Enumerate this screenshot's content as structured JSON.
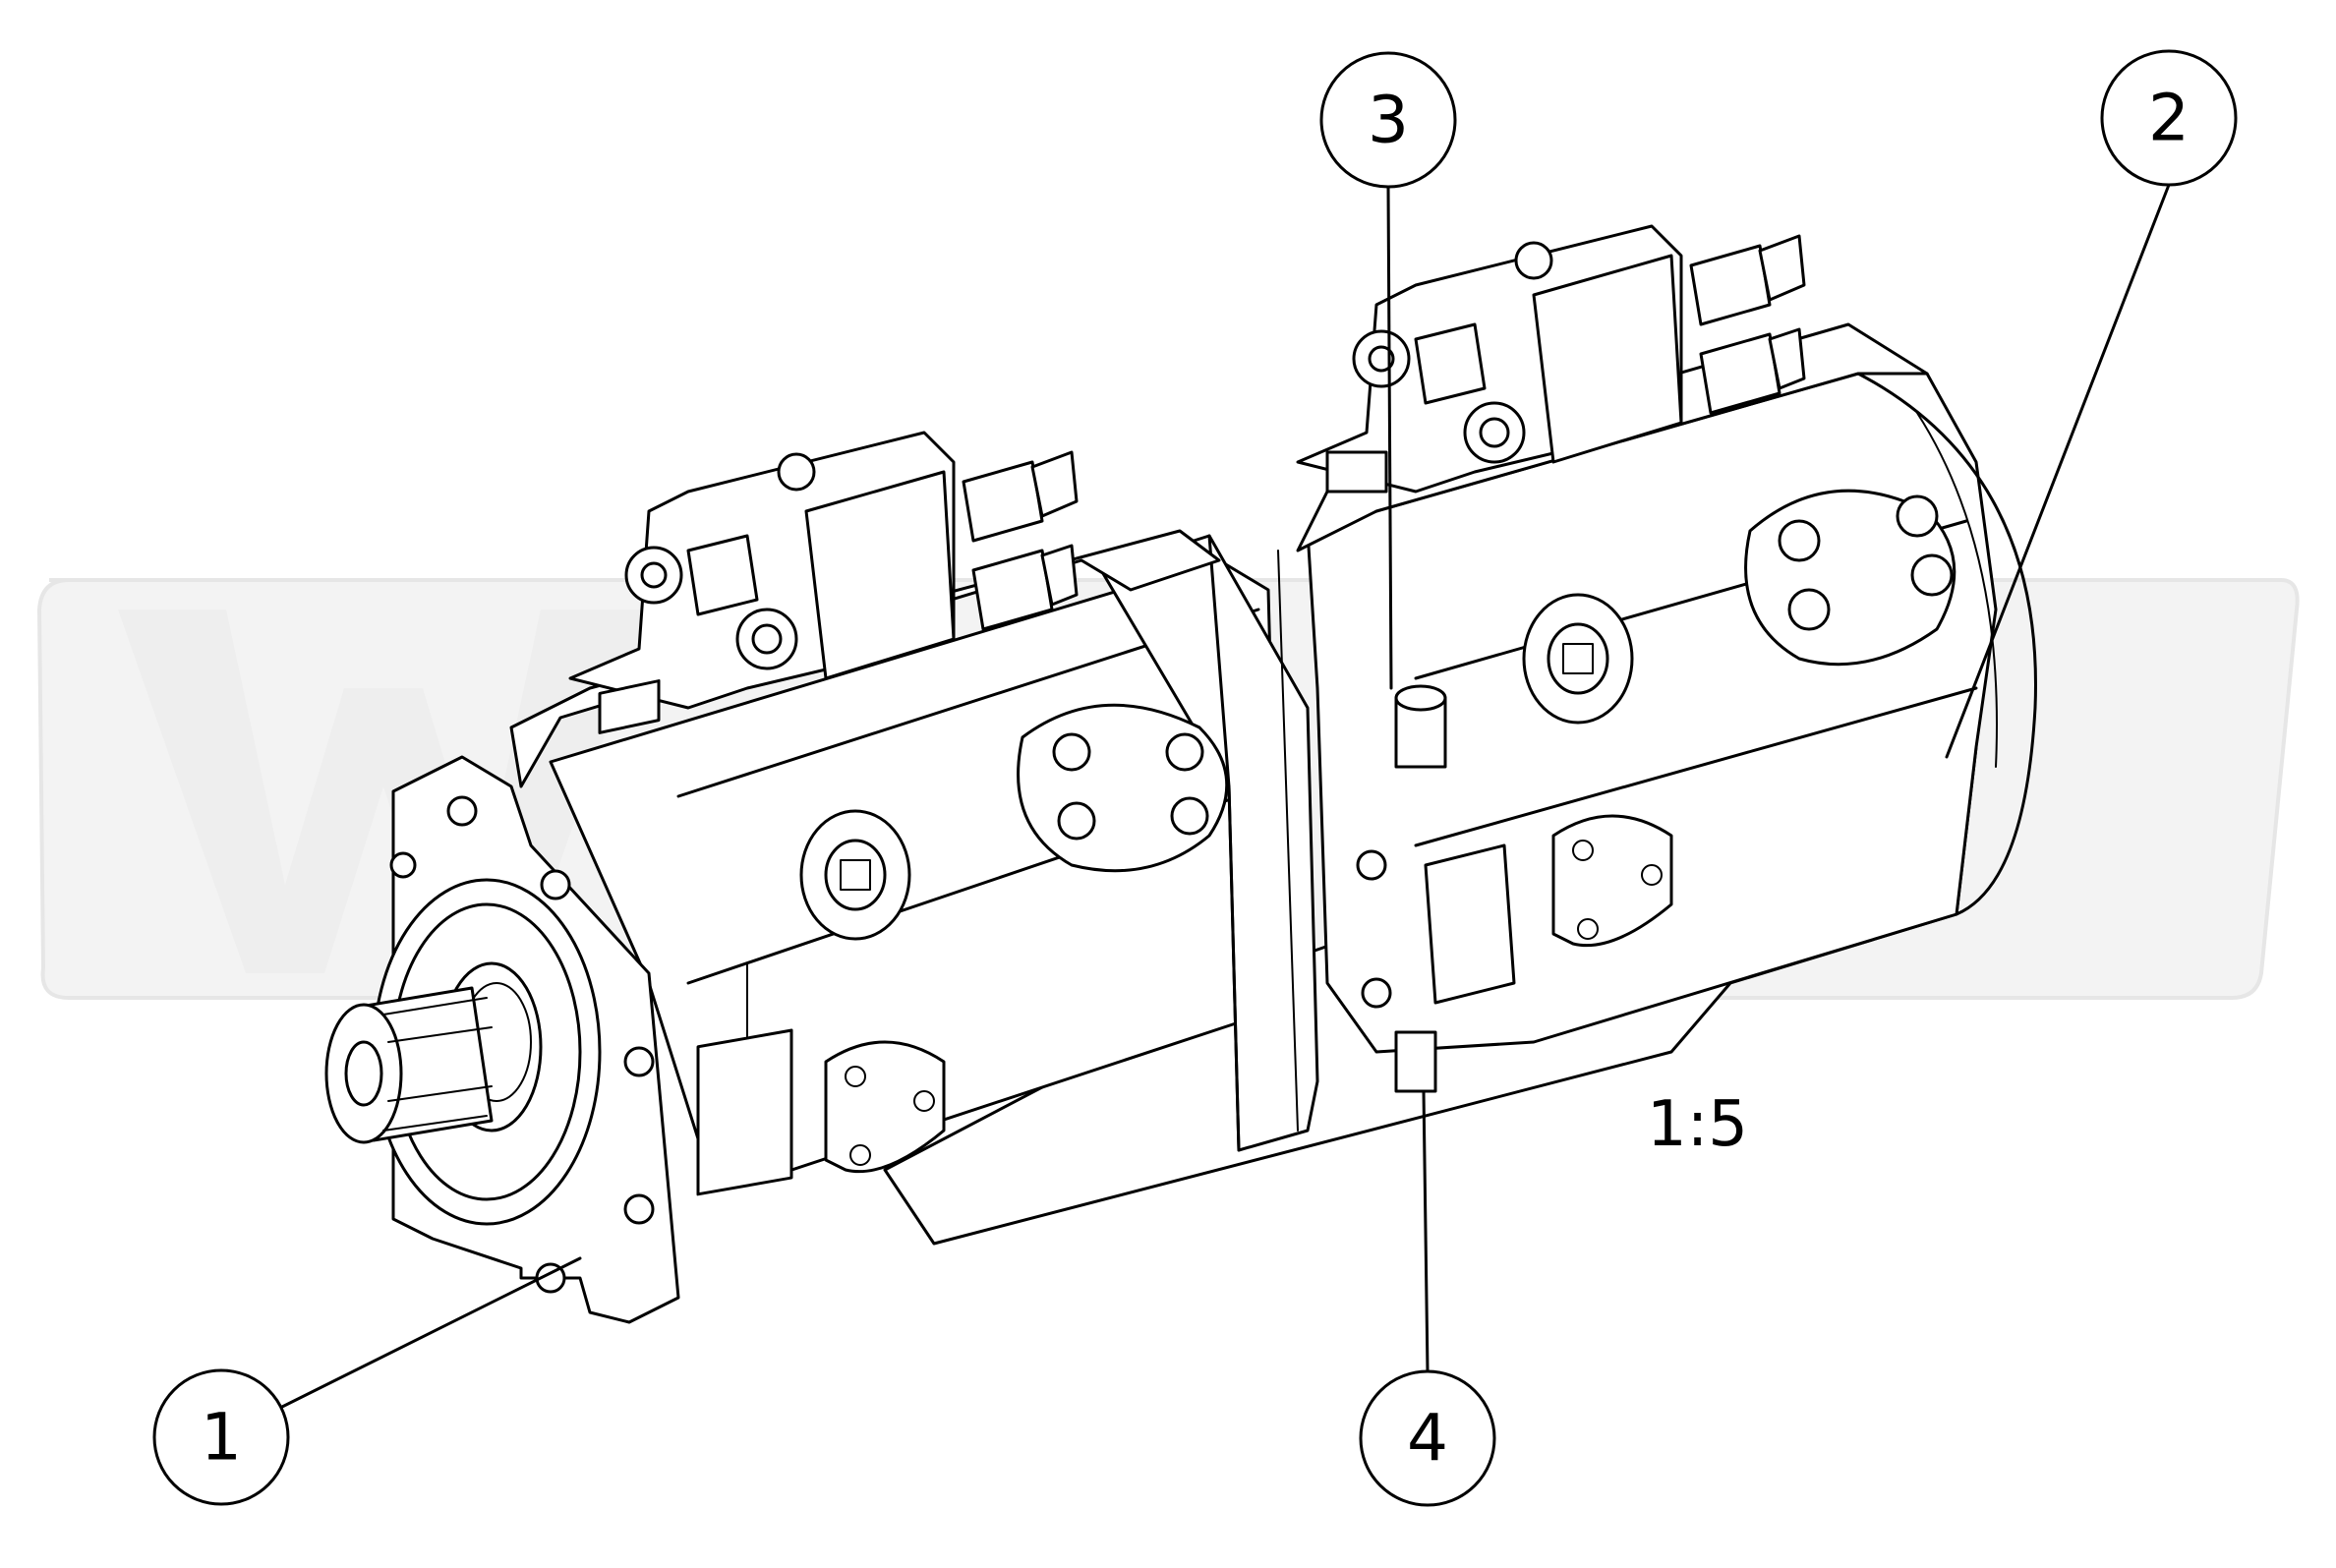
{
  "drawing": {
    "scale_label": "1:5",
    "balloons": [
      {
        "id": "balloon-1",
        "label": "1"
      },
      {
        "id": "balloon-2",
        "label": "2"
      },
      {
        "id": "balloon-3",
        "label": "3"
      },
      {
        "id": "balloon-4",
        "label": "4"
      }
    ]
  },
  "colors": {
    "line": "#000000",
    "background": "#ffffff",
    "watermark": "#f3f3f3"
  }
}
